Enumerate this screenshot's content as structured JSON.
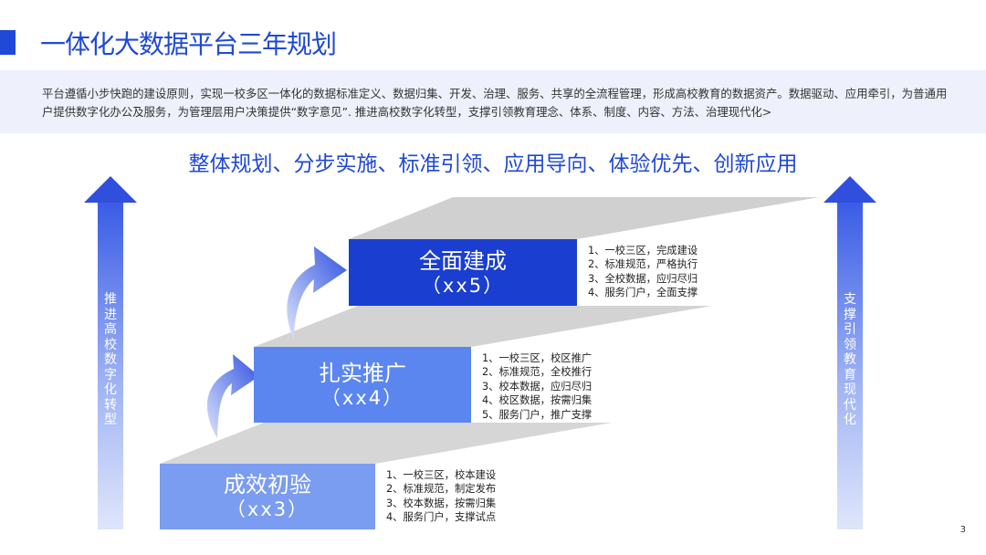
{
  "header": {
    "title": "一体化大数据平台三年规划"
  },
  "intro": {
    "text": "平台遵循小步快跑的建设原则，实现一校多区一体化的数据标准定义、数据归集、开发、治理、服务、共享的全流程管理，形成高校教育的数据资产。数据驱动、应用牵引，为普通用户提供数字化办公及服务，为管理层用户决策提供“数字意见”. 推进高校数字化转型，支撑引领教育理念、体系、制度、内容、方法、治理现代化>"
  },
  "subtitle": "整体规划、分步实施、标准引领、应用导向、体验优先、创新应用",
  "arrows": {
    "left_label": "推进高校数字化转型",
    "right_label": "支撑引领教育现代化"
  },
  "steps": [
    {
      "title": "成效初验",
      "sub": "（xx3）",
      "items": [
        "1、一校三区，校本建设",
        "2、标准规范，制定发布",
        "3、校本数据，按需归集",
        "4、服务门户，支撑试点"
      ]
    },
    {
      "title": "扎实推广",
      "sub": "（xx4）",
      "items": [
        "1、一校三区，校区推广",
        "2、标准规范，全校推行",
        "3、校本数据，应归尽归",
        "4、校区数据，按需归集",
        "5、服务门户，推广支撑"
      ]
    },
    {
      "title": "全面建成",
      "sub": "（xx5）",
      "items": [
        "1、一校三区，完成建设",
        "2、标准规范，严格执行",
        "3、全校数据，应归尽归",
        "4、服务门户，全面支撑"
      ]
    }
  ],
  "page_number": "3",
  "colors": {
    "accent": "#1f49d6",
    "step1": "#7a9cf1",
    "step2": "#5b86f0",
    "step3": "#1a3ecf",
    "stair_gray": "#d4d4d4",
    "intro_bg": "#eef0fb"
  }
}
